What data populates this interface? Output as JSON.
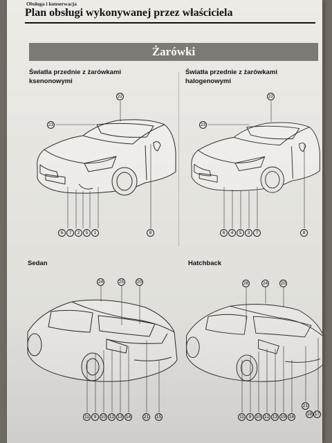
{
  "header": {
    "section": "Obsługa i konserwacja",
    "title": "Plan obsługi wykonywanej przez właściciela"
  },
  "banner": {
    "title": "Żarówki"
  },
  "panels": [
    {
      "id": "xenon",
      "caption_lines": [
        "Światła przednie z żarówkami",
        "ksenonowymi"
      ],
      "callouts": [
        "22",
        "23",
        "6",
        "7",
        "2",
        "5",
        "1",
        "8"
      ]
    },
    {
      "id": "halogen",
      "caption_lines": [
        "Światła przednie z żarówkami",
        "halogenowymi"
      ],
      "callouts": [
        "22",
        "23",
        "6",
        "4",
        "5",
        "3",
        "7",
        "8"
      ]
    },
    {
      "id": "sedan",
      "caption_lines": [
        "Sedan"
      ],
      "callouts": [
        "24",
        "25",
        "20",
        "11",
        "9",
        "10",
        "12",
        "13",
        "14",
        "21",
        "15"
      ]
    },
    {
      "id": "hatchback",
      "caption_lines": [
        "Hatchback"
      ],
      "callouts": [
        "26",
        "24",
        "20",
        "11",
        "9",
        "10",
        "12",
        "13",
        "19",
        "16",
        "21",
        "18",
        "17"
      ]
    }
  ]
}
